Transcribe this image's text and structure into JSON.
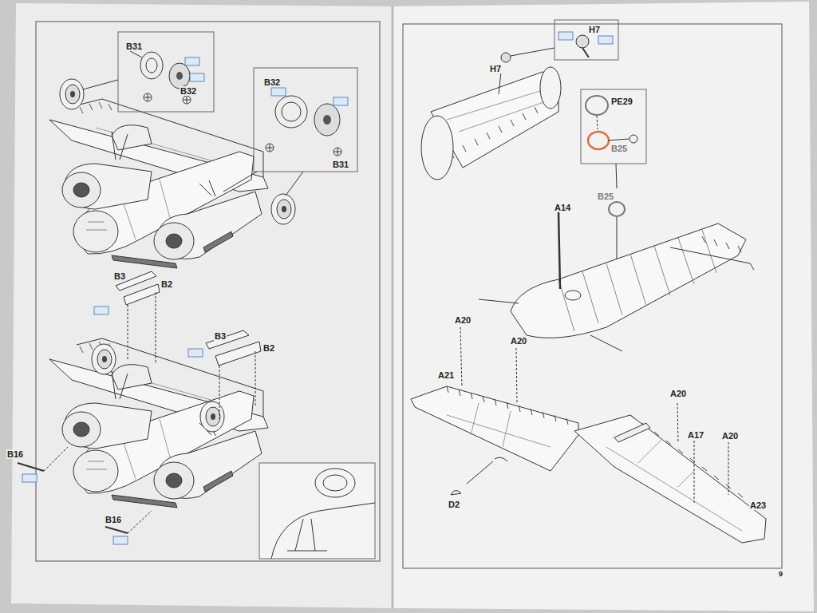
{
  "diagram": {
    "labels": [
      "B31",
      "B32",
      "B32",
      "B31",
      "B3",
      "B2",
      "B3",
      "B2",
      "B16",
      "B16",
      "H7",
      "H7",
      "PE29",
      "B25",
      "B25",
      "A14",
      "A20",
      "A20",
      "A21",
      "D2",
      "A20",
      "A17",
      "A20",
      "A23",
      "9"
    ]
  }
}
